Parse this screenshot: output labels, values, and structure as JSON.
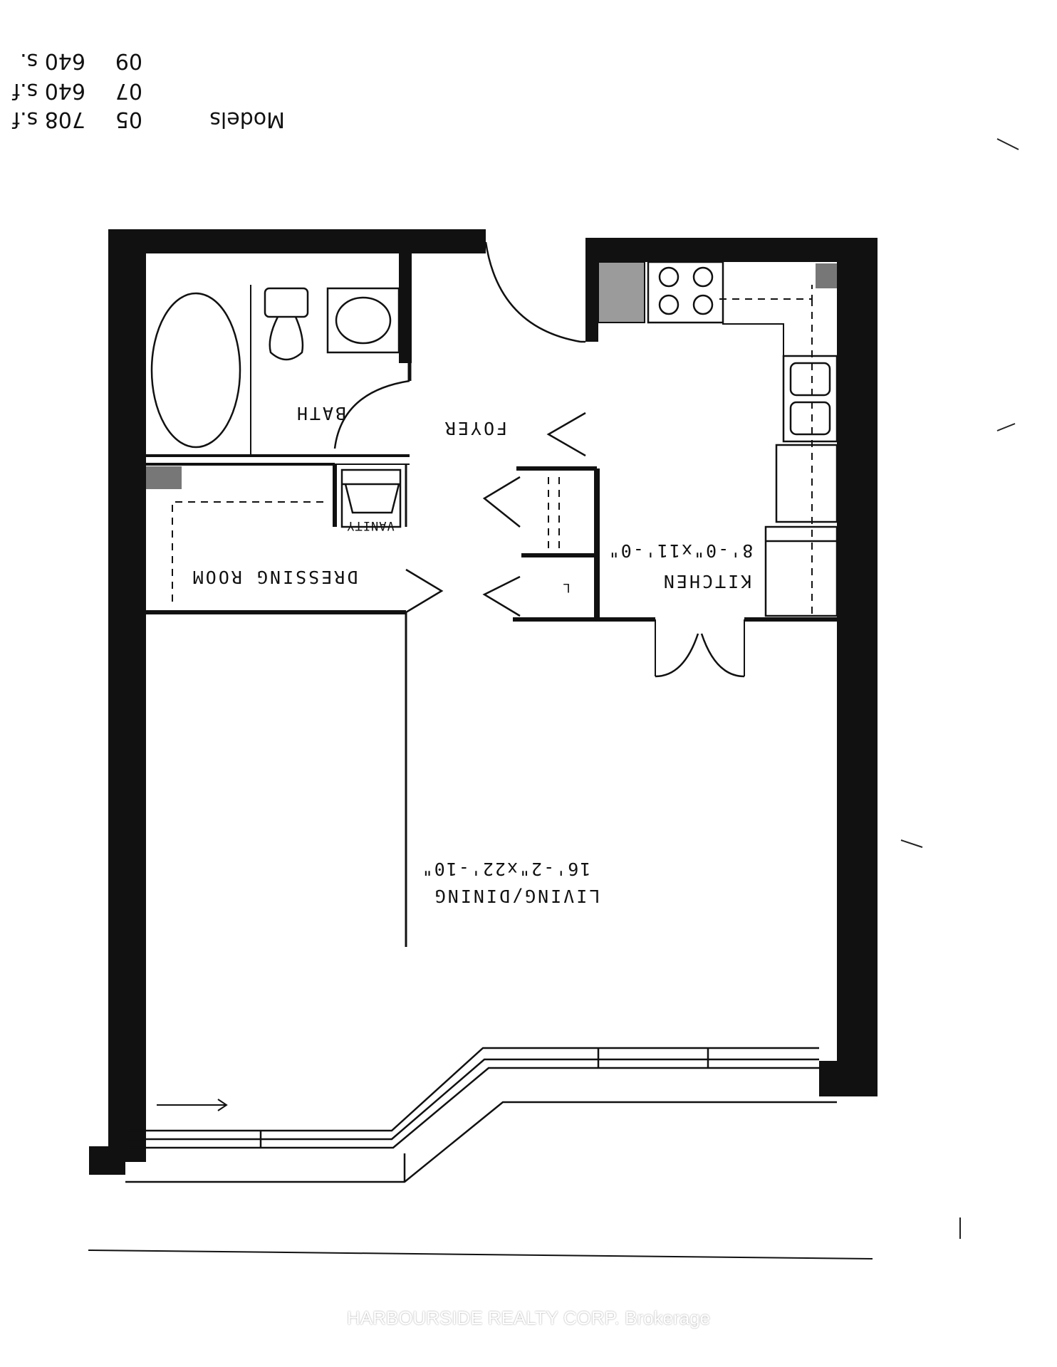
{
  "header_notes": {
    "models_label": "Models",
    "rows": [
      {
        "model": "05",
        "size": "708 s.f"
      },
      {
        "model": "07",
        "size": "640 s.f"
      },
      {
        "model": "09",
        "size": "640 s."
      }
    ]
  },
  "rooms": {
    "bath": "BATH",
    "foyer": "FOYER",
    "vanity": "VANITY",
    "dressing_room": "DRESSING ROOM",
    "kitchen": "KITCHEN",
    "kitchen_dim": "8'-0\"x11'-0\"",
    "living_dining": "LIVING/DINING",
    "living_dining_dim": "16'-2\"x22'-10\"",
    "linen": "L"
  },
  "watermark": "HARBOURSIDE REALTY CORP. Brokerage",
  "colors": {
    "wall": "#111111",
    "line": "#111111",
    "paper": "#ffffff",
    "watermark": "#ffffff"
  }
}
